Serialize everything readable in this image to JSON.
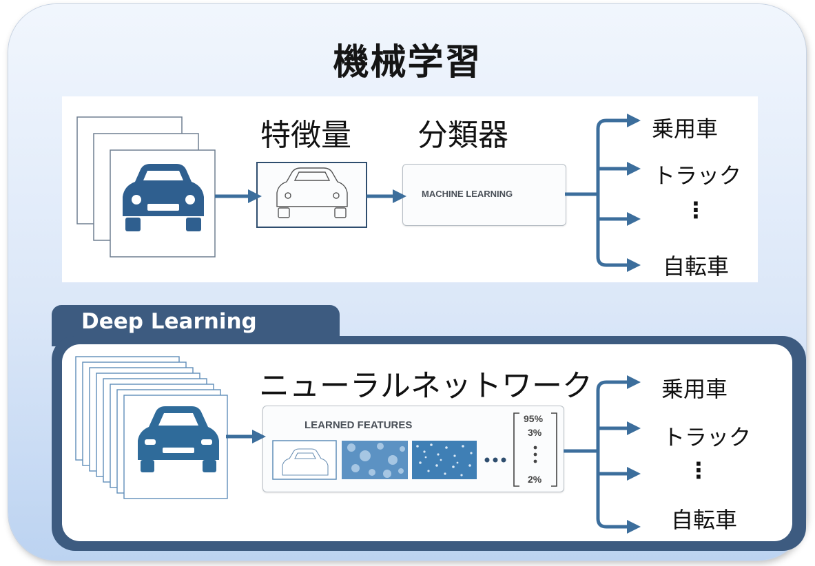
{
  "title": "機械学習",
  "machine_learning": {
    "feature_label": "特徴量",
    "classifier_label": "分類器",
    "classifier_box_text": "MACHINE LEARNING",
    "outputs": [
      "乗用車",
      "トラック",
      "⋮",
      "自転車"
    ]
  },
  "deep_learning": {
    "tab_label": "Deep Learning",
    "network_label": "ニューラルネットワーク",
    "features_box_title": "LEARNED FEATURES",
    "probabilities": [
      "95%",
      "3%",
      "2%"
    ],
    "outputs": [
      "乗用車",
      "トラック",
      "⋮",
      "自転車"
    ]
  },
  "colors": {
    "accent": "#3d5b80",
    "arrow": "#3c6e9c",
    "car": "#2f5f8f"
  }
}
